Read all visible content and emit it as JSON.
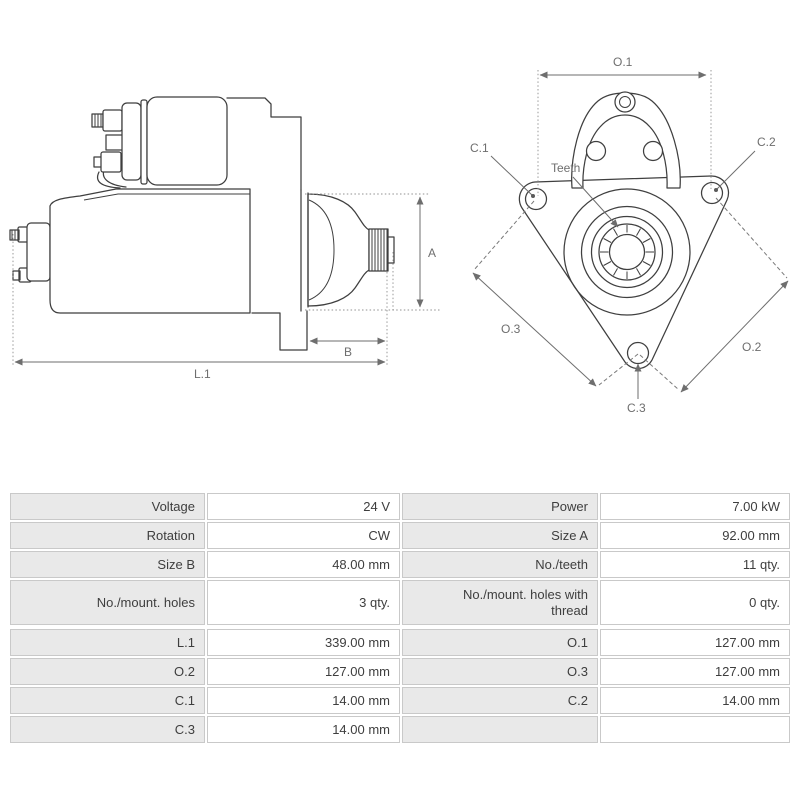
{
  "diagram": {
    "side_view": {
      "labels": {
        "a": "A",
        "b": "B",
        "l1": "L.1"
      }
    },
    "front_view": {
      "labels": {
        "o1": "O.1",
        "o2": "O.2",
        "o3": "O.3",
        "c1": "C.1",
        "c2": "C.2",
        "c3": "C.3",
        "teeth": "Teeth"
      }
    }
  },
  "colors": {
    "drawing_line": "#3f3f3f",
    "dimension_line": "#6e6e6e",
    "table_label_bg": "#e9e9e9",
    "table_border": "#c9c9c9",
    "table_text": "#3e3e3e"
  },
  "spec_table": {
    "rows": [
      {
        "l_label": "Voltage",
        "l_value": "24 V",
        "r_label": "Power",
        "r_value": "7.00 kW"
      },
      {
        "l_label": "Rotation",
        "l_value": "CW",
        "r_label": "Size A",
        "r_value": "92.00 mm"
      },
      {
        "l_label": "Size B",
        "l_value": "48.00 mm",
        "r_label": "No./teeth",
        "r_value": "11 qty."
      },
      {
        "l_label": "No./mount. holes",
        "l_value": "3 qty.",
        "r_label": "No./mount. holes with thread",
        "r_value": "0 qty."
      },
      {
        "l_label": "L.1",
        "l_value": "339.00 mm",
        "r_label": "O.1",
        "r_value": "127.00 mm"
      },
      {
        "l_label": "O.2",
        "l_value": "127.00 mm",
        "r_label": "O.3",
        "r_value": "127.00 mm"
      },
      {
        "l_label": "C.1",
        "l_value": "14.00 mm",
        "r_label": "C.2",
        "r_value": "14.00 mm"
      },
      {
        "l_label": "C.3",
        "l_value": "14.00 mm",
        "r_label": "",
        "r_value": ""
      }
    ]
  }
}
